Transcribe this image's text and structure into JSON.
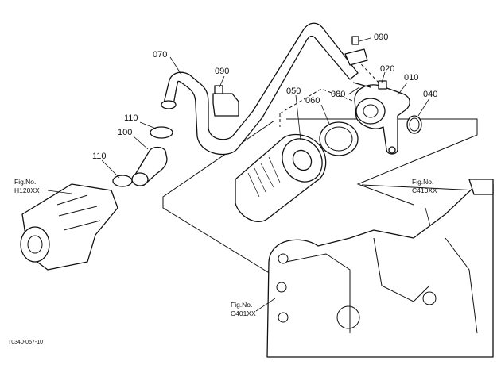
{
  "callouts": {
    "c070": "070",
    "c090_clamp": "090",
    "c090_top": "090",
    "c020": "020",
    "c010": "010",
    "c050": "050",
    "c060": "060",
    "c080": "080",
    "c040": "040",
    "c110_upper": "110",
    "c100": "100",
    "c110_lower": "110"
  },
  "fig_refs": {
    "h120": {
      "label": "Fig.No.",
      "code": "H120XX"
    },
    "c410": {
      "label": "Fig.No.",
      "code": "C410XX"
    },
    "c401": {
      "label": "Fig.No.",
      "code": "C401XX"
    }
  },
  "drawing_number": "T0340-057-10"
}
